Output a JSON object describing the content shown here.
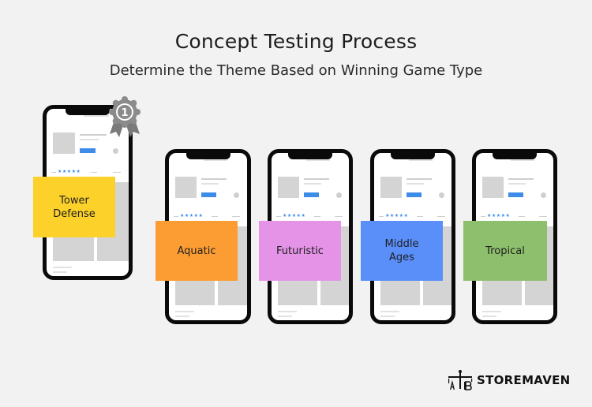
{
  "title": "Concept Testing Process",
  "subtitle": "Determine the Theme Based on Winning Game Type",
  "badge": {
    "number": "1",
    "icon": "award-ribbon-icon"
  },
  "phones": [
    {
      "id": "winner",
      "label_lines": [
        "Tower",
        "Defense"
      ],
      "color": "#fcd12a",
      "stars": "★★★★★"
    },
    {
      "id": "aquatic",
      "label_lines": [
        "Aquatic"
      ],
      "color": "#fc9d34",
      "stars": "★★★★★"
    },
    {
      "id": "futuristic",
      "label_lines": [
        "Futuristic"
      ],
      "color": "#e493e7",
      "stars": "★★★★★"
    },
    {
      "id": "middle-ages",
      "label_lines": [
        "Middle",
        "Ages"
      ],
      "color": "#5a8ff9",
      "stars": "★★★★★"
    },
    {
      "id": "tropical",
      "label_lines": [
        "Tropical"
      ],
      "color": "#8dbf6c",
      "stars": "★★★★★"
    }
  ],
  "brand": {
    "name": "STOREMAVEN",
    "icon": "storemaven-ab-icon"
  }
}
